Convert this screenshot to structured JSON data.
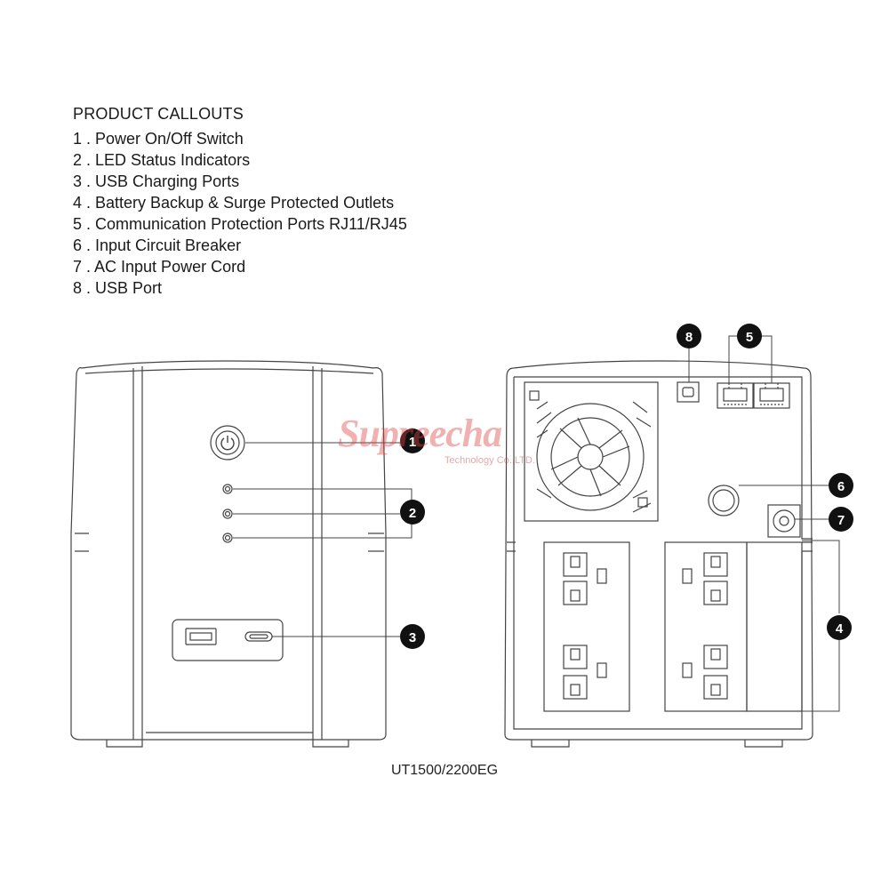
{
  "callouts": {
    "heading": "PRODUCT CALLOUTS",
    "items": [
      "1 . Power On/Off Switch",
      "2 . LED Status Indicators",
      "3 . USB Charging Ports",
      "4 . Battery Backup & Surge Protected Outlets",
      "5 . Communication Protection Ports RJ11/RJ45",
      "6 . Input Circuit Breaker",
      "7 . AC Input Power Cord",
      "8 . USB Port"
    ]
  },
  "badges": [
    "1",
    "2",
    "3",
    "4",
    "5",
    "6",
    "7",
    "8"
  ],
  "model": "UT1500/2200EG",
  "watermark": {
    "name": "Supreecha",
    "sub": "Technology Co.,LTD."
  },
  "colors": {
    "line": "#444444",
    "badge": "#111111",
    "watermark": "#e14646"
  }
}
